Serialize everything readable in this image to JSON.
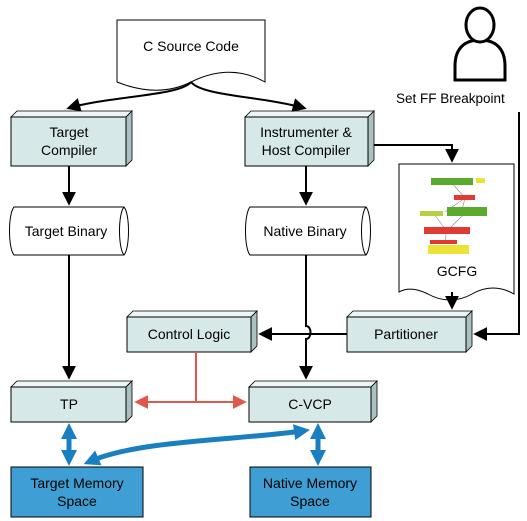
{
  "nodes": {
    "source": {
      "label": "C Source Code"
    },
    "target_compiler": {
      "line1": "Target",
      "line2": "Compiler"
    },
    "instrumenter": {
      "line1": "Instrumenter &",
      "line2": "Host Compiler"
    },
    "user": {
      "label": "Set FF Breakpoint",
      "icon": "user-icon"
    },
    "target_binary": {
      "label": "Target Binary"
    },
    "native_binary": {
      "label": "Native Binary"
    },
    "gcfg": {
      "label": "GCFG"
    },
    "control_logic": {
      "label": "Control Logic"
    },
    "partitioner": {
      "label": "Partitioner"
    },
    "tp": {
      "label": "TP"
    },
    "cvcp": {
      "label": "C-VCP"
    },
    "target_memory": {
      "line1": "Target Memory",
      "line2": "Space"
    },
    "native_memory": {
      "line1": "Native Memory",
      "line2": "Space"
    }
  },
  "colors": {
    "box_fill": "#d7e8e8",
    "memory_fill": "#3f9fd5",
    "red_arrow": "#e0584a",
    "blue_arrow": "#1a7fc1",
    "gcfg_green": "#5aaa2e",
    "gcfg_red": "#e03a33",
    "gcfg_yellow": "#ede336",
    "gcfg_lime": "#b7cf45"
  }
}
